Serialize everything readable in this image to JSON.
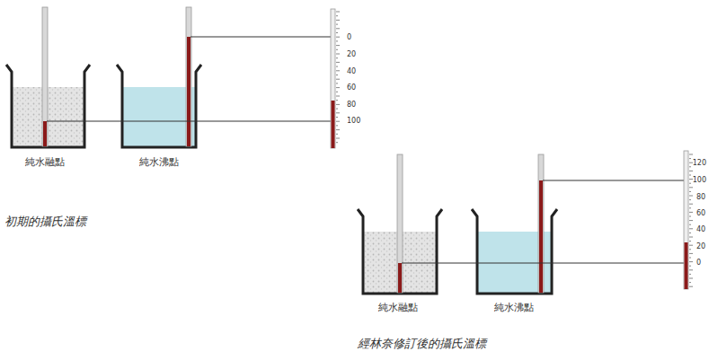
{
  "diagram": {
    "labels": [
      "純水融點",
      "純水沸點",
      "0",
      "20",
      "40",
      "60",
      "80",
      "100",
      "初期的攝氏溫標",
      "純水融點",
      "純水沸點",
      "120",
      "100",
      "80",
      "60",
      "40",
      "20",
      "0",
      "經林奈修訂後的攝氏溫標"
    ]
  }
}
